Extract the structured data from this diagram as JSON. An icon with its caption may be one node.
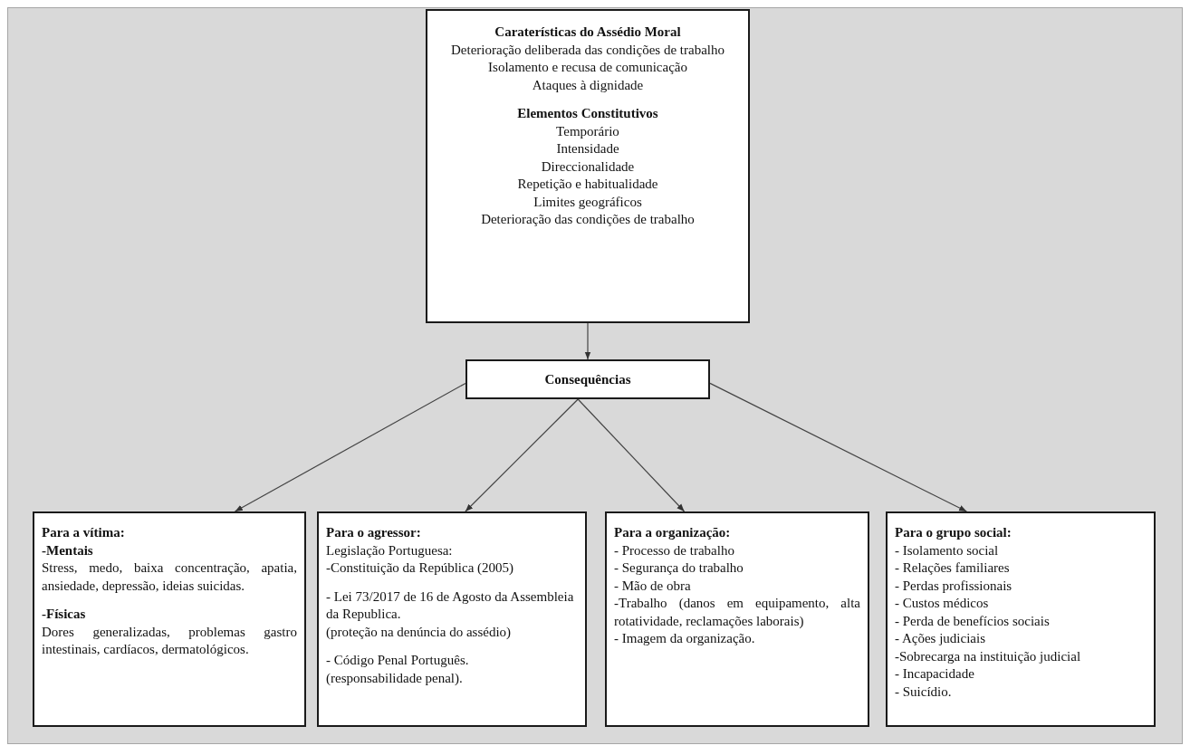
{
  "diagram": {
    "nodes": [
      {
        "text": [
          "Caraterísticas do Assédio Moral",
          "Deterioração deliberada das condições de trabalho",
          "Isolamento e recusa de comunicação",
          "Ataques à dignidade",
          "Elementos Constitutivos",
          "Temporário",
          "Intensidade",
          "Direccionalidade",
          "Repetição e habitualidade",
          "Limites geográficos",
          "Deterioração das condições de trabalho"
        ]
      },
      {
        "text": [
          "Consequências"
        ]
      },
      {
        "text": [
          "Para a vítima:",
          "-Mentais",
          "Stress, medo, baixa concentração, apatia, ansiedade, depressão, ideias suicidas.",
          "-Físicas",
          "Dores generalizadas, problemas gastro intestinais, cardíacos, dermatológicos."
        ]
      },
      {
        "text": [
          "Para o agressor:",
          "Legislação Portuguesa:",
          "-Constituição da República (2005)",
          "- Lei 73/2017 de 16 de Agosto da Assembleia da Republica.",
          "(proteção na denúncia do assédio)",
          "- Código Penal Português.",
          "(responsabilidade penal)."
        ]
      },
      {
        "text": [
          "Para a organização:",
          "- Processo de trabalho",
          "- Segurança do trabalho",
          "- Mão de obra",
          "-Trabalho (danos em equipamento, alta rotatividade, reclamações laborais)",
          "- Imagem da organização."
        ]
      },
      {
        "text": [
          "Para o grupo social:",
          "- Isolamento social",
          "- Relações familiares",
          "- Perdas profissionais",
          "- Custos médicos",
          "- Perda de benefícios sociais",
          "- Ações judiciais",
          "-Sobrecarga na instituição judicial",
          "- Incapacidade",
          "- Suicídio."
        ]
      }
    ],
    "edges": [
      {
        "from": 0,
        "to": 1,
        "arrow": "to"
      },
      {
        "from": 1,
        "to": 2,
        "arrow": "to"
      },
      {
        "from": 1,
        "to": 3,
        "arrow": "to"
      },
      {
        "from": 1,
        "to": 4,
        "arrow": "to"
      },
      {
        "from": 1,
        "to": 5,
        "arrow": "to"
      }
    ]
  }
}
